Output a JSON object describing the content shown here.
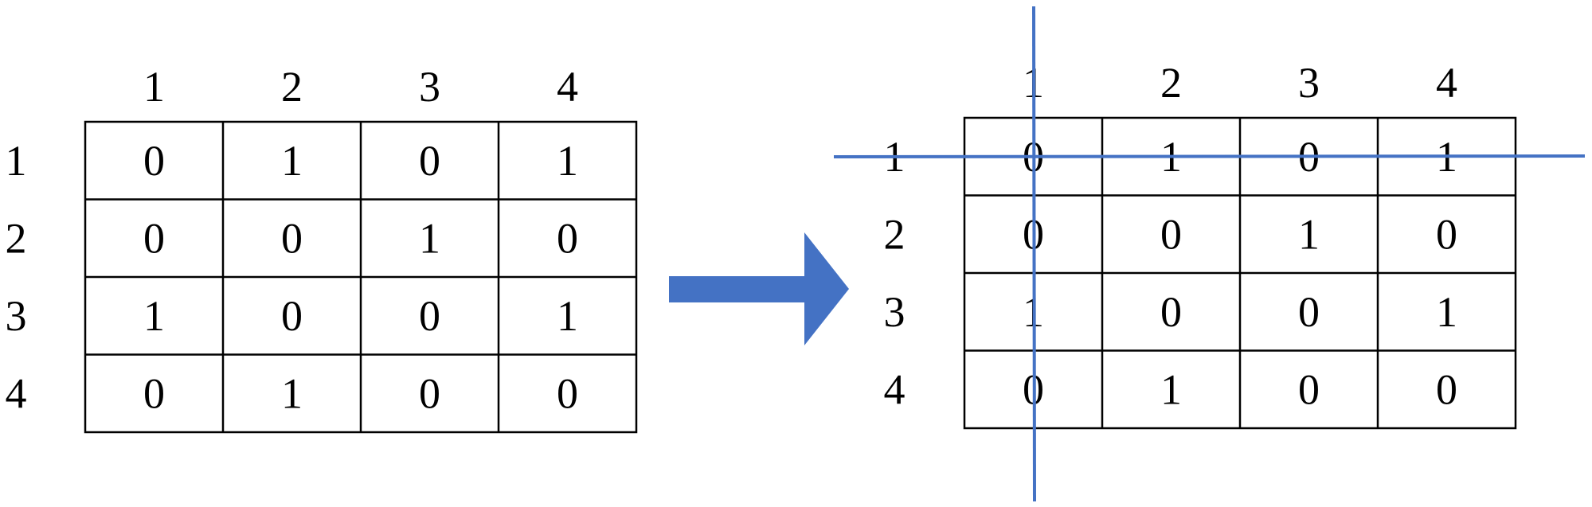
{
  "colors": {
    "ink": "#000000",
    "accent": "#4472C4",
    "background": "#ffffff"
  },
  "left_matrix": {
    "col_labels": [
      "1",
      "2",
      "3",
      "4"
    ],
    "row_labels": [
      "1",
      "2",
      "3",
      "4"
    ],
    "cells": [
      [
        "0",
        "1",
        "0",
        "1"
      ],
      [
        "0",
        "0",
        "1",
        "0"
      ],
      [
        "1",
        "0",
        "0",
        "1"
      ],
      [
        "0",
        "1",
        "0",
        "0"
      ]
    ]
  },
  "right_matrix": {
    "col_labels": [
      "1",
      "2",
      "3",
      "4"
    ],
    "row_labels": [
      "1",
      "2",
      "3",
      "4"
    ],
    "cells": [
      [
        "0",
        "1",
        "0",
        "1"
      ],
      [
        "0",
        "0",
        "1",
        "0"
      ],
      [
        "1",
        "0",
        "0",
        "1"
      ],
      [
        "0",
        "1",
        "0",
        "0"
      ]
    ],
    "crossed_row": 1,
    "crossed_column": 1
  },
  "arrow": {
    "icon": "right-arrow-icon"
  }
}
